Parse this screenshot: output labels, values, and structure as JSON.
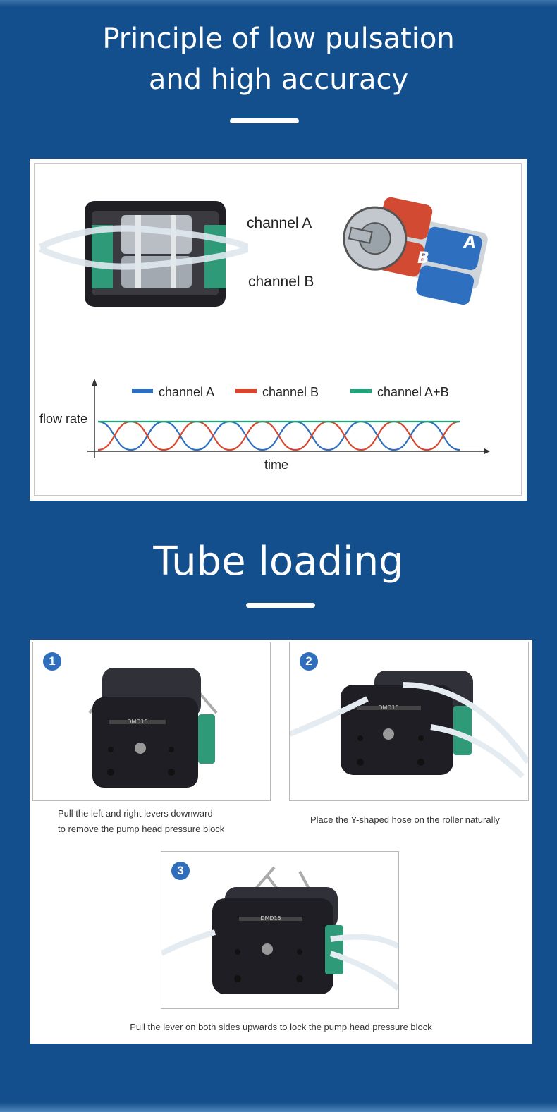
{
  "section1": {
    "title_line1": "Principle of low pulsation",
    "title_line2": "and high accuracy",
    "channel_a": "channel A",
    "channel_b": "channel B",
    "roller_label_a": "A",
    "roller_label_b": "B"
  },
  "chart_data": {
    "type": "line",
    "ylabel": "flow rate",
    "xlabel": "time",
    "legend": [
      {
        "name": "channel A",
        "color": "#2f6fc0"
      },
      {
        "name": "channel B",
        "color": "#d9462e"
      },
      {
        "name": "channel A+B",
        "color": "#22a37a"
      }
    ],
    "series": [
      {
        "name": "channel A",
        "color": "#2f6fc0",
        "x": [
          0,
          0.5,
          1,
          1.5,
          2,
          2.5,
          3,
          3.5,
          4,
          4.5,
          5,
          5.5
        ],
        "values": [
          1,
          0,
          1,
          0,
          1,
          0,
          1,
          0,
          1,
          0,
          1,
          0
        ]
      },
      {
        "name": "channel B",
        "color": "#d9462e",
        "x": [
          0,
          0.5,
          1,
          1.5,
          2,
          2.5,
          3,
          3.5,
          4,
          4.5,
          5,
          5.5
        ],
        "values": [
          0,
          1,
          0,
          1,
          0,
          1,
          0,
          1,
          0,
          1,
          0,
          1
        ]
      },
      {
        "name": "channel A+B",
        "color": "#22a37a",
        "x": [
          0,
          0.5,
          1,
          1.5,
          2,
          2.5,
          3,
          3.5,
          4,
          4.5,
          5,
          5.5
        ],
        "values": [
          1,
          1,
          1,
          1,
          1,
          1,
          1,
          1,
          1,
          1,
          1,
          1
        ]
      }
    ]
  },
  "section2": {
    "title": "Tube loading",
    "steps": [
      {
        "num": "1",
        "caption_line1": "Pull the left and right levers downward",
        "caption_line2": "to remove the pump head pressure block"
      },
      {
        "num": "2",
        "caption_line1": "Place the Y-shaped hose on the roller naturally"
      },
      {
        "num": "3",
        "caption_line1": "Pull the lever on both sides upwards to lock the pump head pressure block"
      }
    ],
    "pump_model": "DMD15"
  },
  "colors": {
    "background": "#134f8c",
    "step_badge": "#2f6dbd",
    "pump_body": "#23232b",
    "clamp_green": "#2e9a78"
  }
}
